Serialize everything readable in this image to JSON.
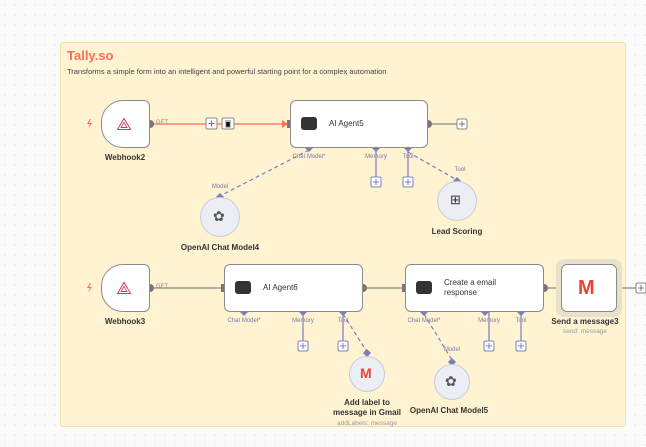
{
  "note": {
    "title": "Tally.so",
    "subtitle": "Transforms a simple form into an intelligent and powerful starting point for a complex automation"
  },
  "nodes": {
    "webhook2": {
      "label": "Webhook2",
      "method": "GET"
    },
    "agent5": {
      "label": "AI Agent5",
      "ports": [
        "Chat Model*",
        "Memory",
        "Tool"
      ]
    },
    "openai4": {
      "label": "OpenAI Chat Model4",
      "port": "Model"
    },
    "lead": {
      "label": "Lead Scoring",
      "port": "Tool"
    },
    "webhook3": {
      "label": "Webhook3",
      "method": "GET"
    },
    "agent6": {
      "label": "AI Agent6",
      "ports": [
        "Chat Model*",
        "Memory",
        "Tool"
      ]
    },
    "gmail_label": {
      "label_line1": "Add label to",
      "label_line2": "message in Gmail",
      "subtitle": "addLabels: message"
    },
    "email": {
      "label": "Create a email response",
      "ports": [
        "Chat Model*",
        "Memory",
        "Tool"
      ]
    },
    "openai5": {
      "label": "OpenAI Chat Model5",
      "port": "Model"
    },
    "send": {
      "label": "Send a message3",
      "subtitle": "send: message"
    }
  },
  "colors": {
    "accent": "#ff6d5a",
    "port": "#7a7fbf",
    "note_bg": "#fff3d1"
  }
}
